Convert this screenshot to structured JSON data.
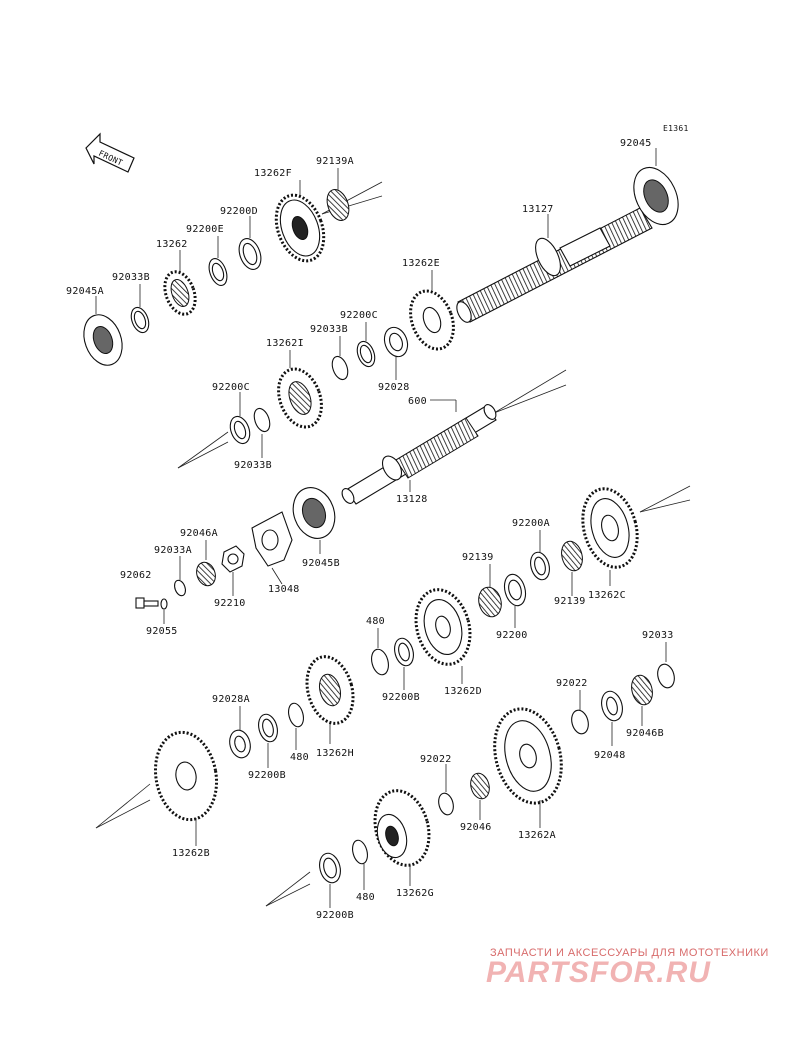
{
  "diagram_code": "E1361",
  "front_arrow": "FRONT",
  "labels": {
    "p92045": "92045",
    "p13127": "13127",
    "p92139A": "92139A",
    "p13262F": "13262F",
    "p92200D": "92200D",
    "p92200E": "92200E",
    "p13262": "13262",
    "p92033B_a": "92033B",
    "p92045A": "92045A",
    "p13262E": "13262E",
    "p92200C_a": "92200C",
    "p92033B_b": "92033B",
    "p13262I": "13262I",
    "p92028": "92028",
    "p92200C_b": "92200C",
    "p92033B_c": "92033B",
    "p600": "600",
    "p13128": "13128",
    "p92045B": "92045B",
    "p92046A": "92046A",
    "p92033A": "92033A",
    "p92062": "92062",
    "p92210": "92210",
    "p13048": "13048",
    "p92055": "92055",
    "p92200A": "92200A",
    "p92139_a": "92139",
    "p92139_b": "92139",
    "p13262C": "13262C",
    "p92200": "92200",
    "p480_a": "480",
    "p92200B_a": "92200B",
    "p13262D": "13262D",
    "p92033": "92033",
    "p92022_a": "92022",
    "p92046B": "92046B",
    "p92048": "92048",
    "p92028A": "92028A",
    "p92200B_b": "92200B",
    "p480_b": "480",
    "p13262H": "13262H",
    "p13262B": "13262B",
    "p92022_b": "92022",
    "p92046": "92046",
    "p13262A": "13262A",
    "p480_c": "480",
    "p13262G": "13262G",
    "p92200B_c": "92200B"
  },
  "watermark": {
    "subtitle": "ЗАПЧАСТИ И АКСЕССУАРЫ ДЛЯ МОТОТЕХНИКИ",
    "brand": "PARTSFOR.RU"
  }
}
